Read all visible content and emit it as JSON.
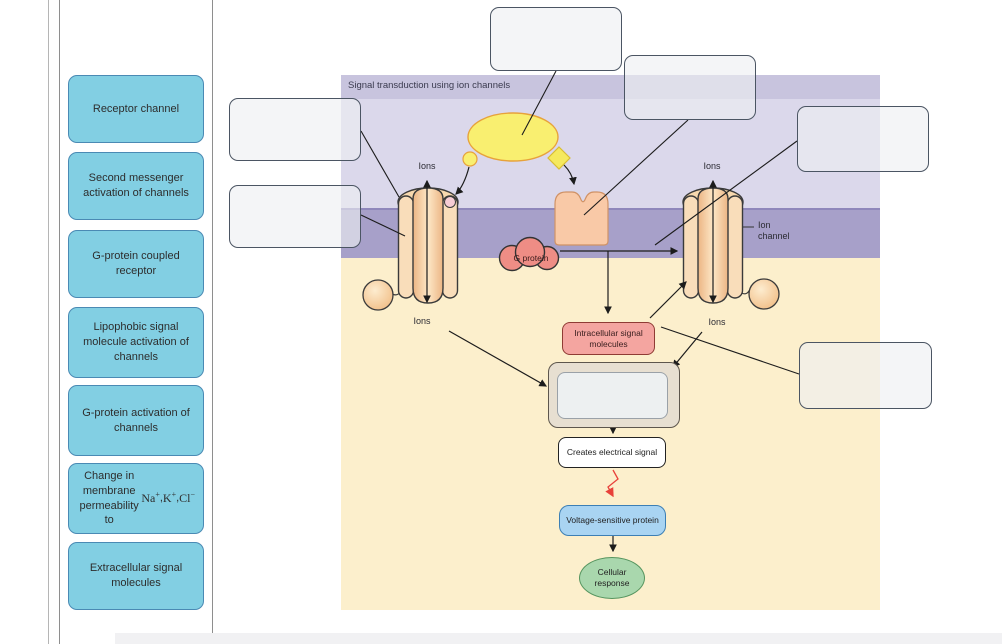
{
  "sidebar": {
    "options": [
      {
        "label": "Receptor channel"
      },
      {
        "label": "Second messenger activation of channels"
      },
      {
        "label": "G-protein coupled receptor"
      },
      {
        "label": "Lipophobic signal molecule activation of channels"
      },
      {
        "label": "G-protein activation of channels"
      },
      {
        "label": "Change in membrane permeability to Na+, K+, Cl−",
        "chem": true
      },
      {
        "label": "Extracellular signal molecules"
      }
    ]
  },
  "diagram": {
    "title": "Signal transduction using ion channels",
    "ions_label": "Ions",
    "ion_channel_label": "Ion channel",
    "g_protein_label": "G protein",
    "intracellular_label": "Intracellular signal molecules",
    "creates_label": "Creates electrical signal",
    "voltage_label": "Voltage-sensitive protein",
    "cellular_label": "Cellular response"
  },
  "colors": {
    "option_fill": "#82cfe3",
    "option_border": "#4a8ab4",
    "title_band": "#c8c4de",
    "extracellular": "#dbd8eb",
    "membrane": "#a7a0c9",
    "intracellular": "#fcefcc",
    "signal_yellow": "#f9ef70",
    "channel_peach": "#f7d8ae",
    "protein_pink": "#ee8d85",
    "intracellular_box_pink": "#f4a5a0",
    "voltage_blue": "#a9d4f2",
    "cellular_green": "#a9d7ad",
    "lightning_red": "#e8413a"
  }
}
